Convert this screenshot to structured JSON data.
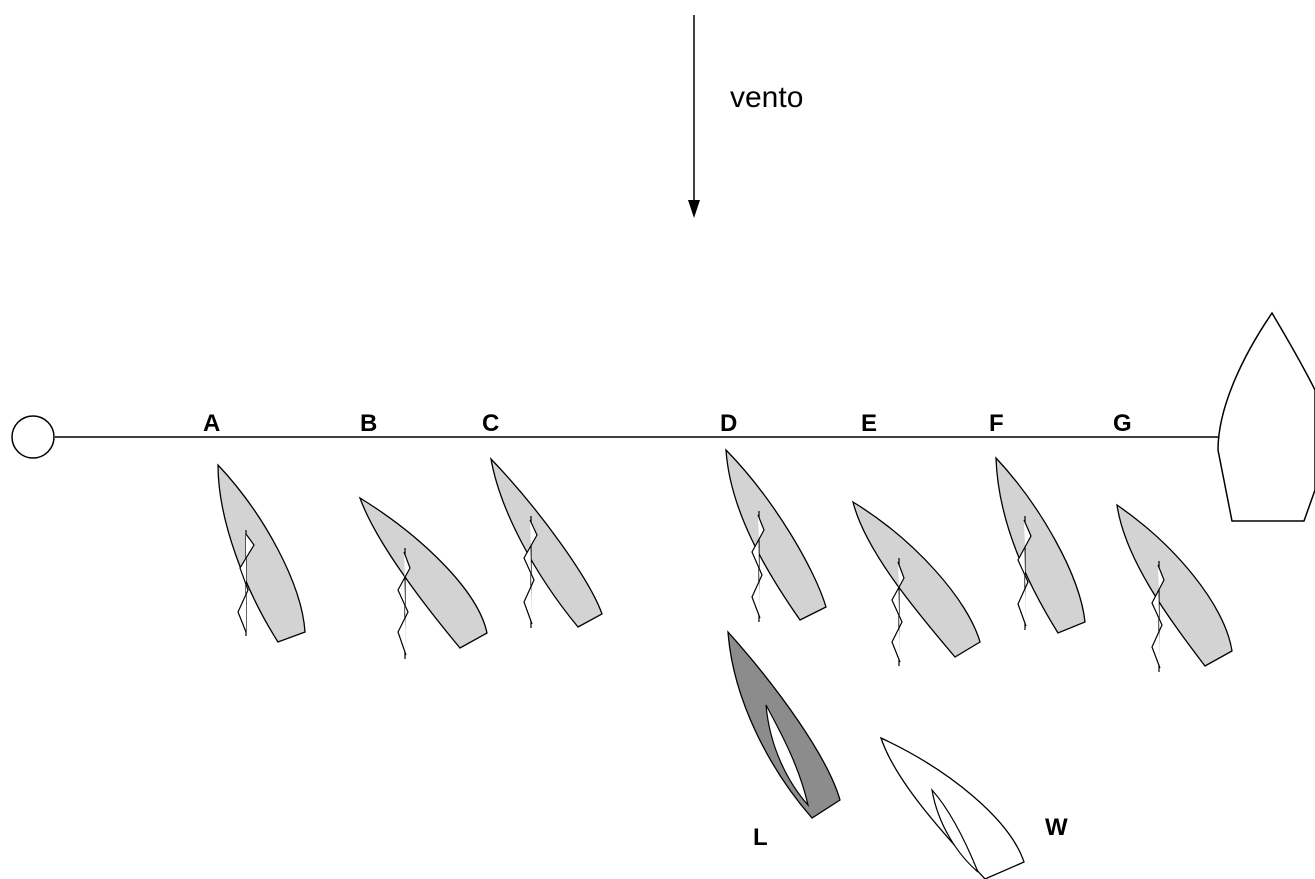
{
  "wind": {
    "label": "vento"
  },
  "boats": [
    {
      "id": "A",
      "label": "A",
      "fill": "#d3d3d3"
    },
    {
      "id": "B",
      "label": "B",
      "fill": "#d3d3d3"
    },
    {
      "id": "C",
      "label": "C",
      "fill": "#d3d3d3"
    },
    {
      "id": "D",
      "label": "D",
      "fill": "#d3d3d3"
    },
    {
      "id": "E",
      "label": "E",
      "fill": "#d3d3d3"
    },
    {
      "id": "F",
      "label": "F",
      "fill": "#d3d3d3"
    },
    {
      "id": "G",
      "label": "G",
      "fill": "#d3d3d3"
    },
    {
      "id": "L",
      "label": "L",
      "fill": "#8c8c8c"
    },
    {
      "id": "W",
      "label": "W",
      "fill": "#ffffff"
    }
  ],
  "colors": {
    "line": "#000000",
    "flag": "#ffffff",
    "committee_boat": "#ffffff"
  }
}
